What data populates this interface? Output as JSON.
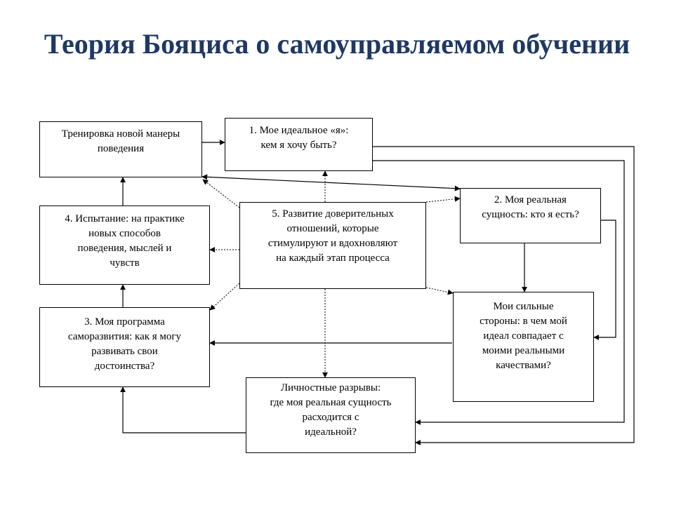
{
  "title": "Теория Бояциса о самоуправляемом обучении",
  "boxes": {
    "training": "Тренировка новой манеры поведения",
    "ideal_self": "1. Мое идеальное «я»:\nкем я хочу быть?",
    "real_self": "2. Моя реальная\nсущность: кто я есть?",
    "trust": "5. Развитие доверительных\nотношений, которые\nстимулируют и вдохновляют\nна каждый этап процесса",
    "testing": "4. Испытание: на практике\nновых  способов\nповедения, мыслей и\nчувств",
    "strengths": "Мои сильные\nстороны: в чем мой\nидеал совпадает с\nмоими реальными\nкачествами?",
    "program": "3. Моя программа\nсаморазвития: как я могу\nразвивать свои\nдостоинства?",
    "gaps": "Личностные разрывы:\nгде моя реальная сущность\nрасходится                         с\nидеальной?"
  }
}
